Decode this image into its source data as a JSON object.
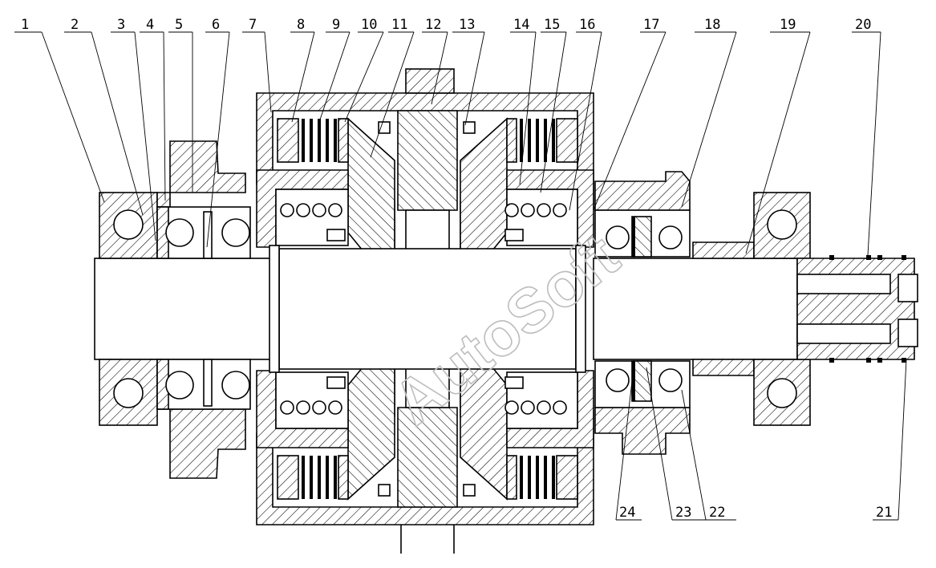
{
  "watermark": "AutoSoft",
  "callouts": [
    {
      "label": "1"
    },
    {
      "label": "2"
    },
    {
      "label": "3"
    },
    {
      "label": "4"
    },
    {
      "label": "5"
    },
    {
      "label": "6"
    },
    {
      "label": "7"
    },
    {
      "label": "8"
    },
    {
      "label": "9"
    },
    {
      "label": "10"
    },
    {
      "label": "11"
    },
    {
      "label": "12"
    },
    {
      "label": "13"
    },
    {
      "label": "14"
    },
    {
      "label": "15"
    },
    {
      "label": "16"
    },
    {
      "label": "17"
    },
    {
      "label": "18"
    },
    {
      "label": "19"
    },
    {
      "label": "20"
    },
    {
      "label": "21"
    },
    {
      "label": "22"
    },
    {
      "label": "23"
    },
    {
      "label": "24"
    }
  ]
}
